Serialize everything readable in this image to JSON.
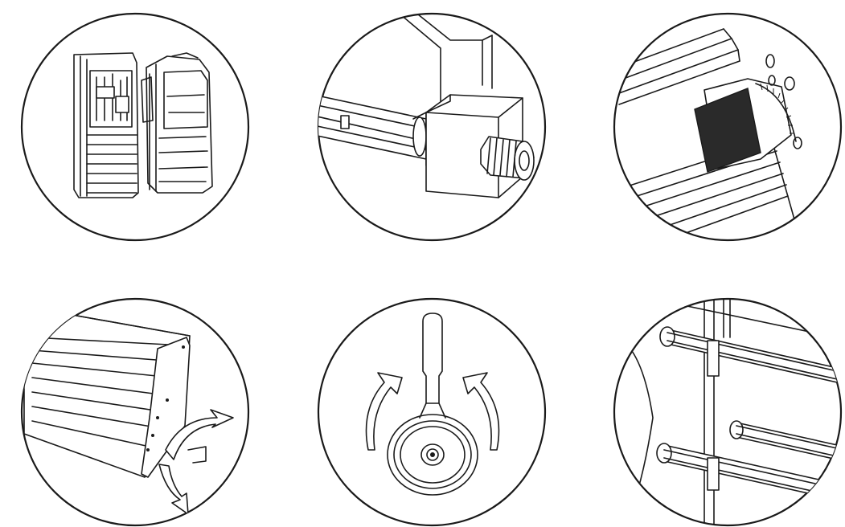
{
  "figure": {
    "panels": [
      {
        "id": "panel-1",
        "subject": "end-cap-icon"
      },
      {
        "id": "panel-2",
        "subject": "knob-bracket-icon"
      },
      {
        "id": "panel-3",
        "subject": "knurled-dial-icon"
      },
      {
        "id": "panel-4",
        "subject": "rotating-bar-icon"
      },
      {
        "id": "panel-5",
        "subject": "lever-icon"
      },
      {
        "id": "panel-6",
        "subject": "tube-rail-icon"
      }
    ],
    "colors": {
      "ink": "#1a1a1a",
      "paper": "#ffffff"
    }
  }
}
